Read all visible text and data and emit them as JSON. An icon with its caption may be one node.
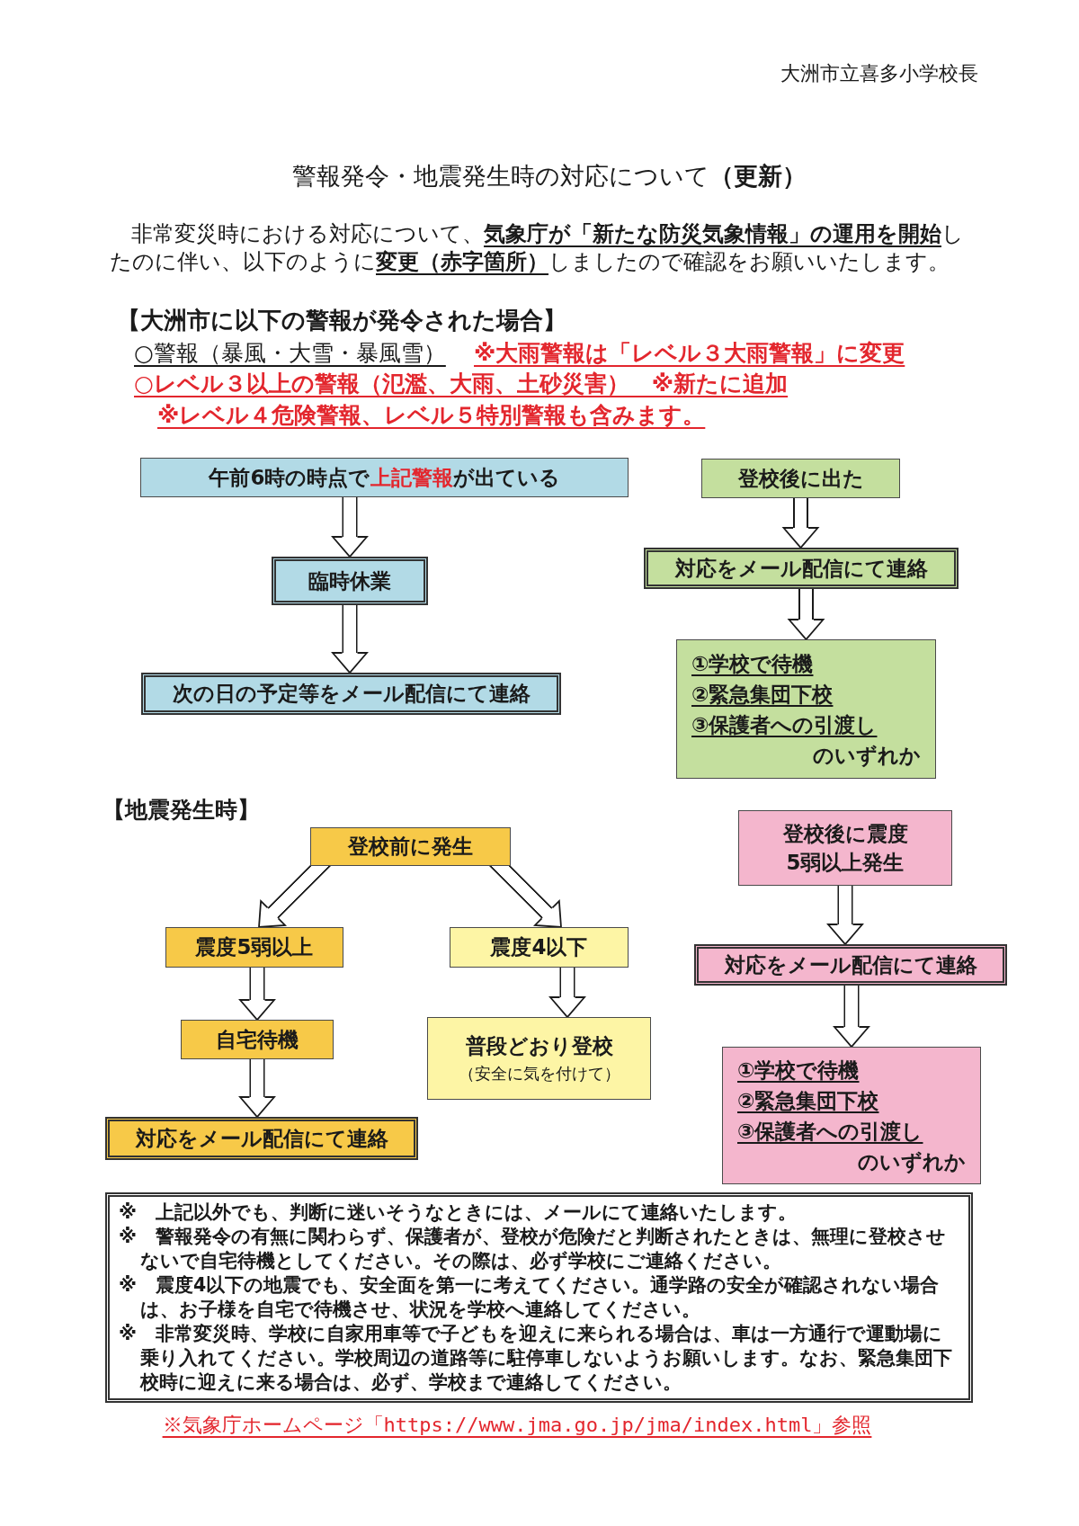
{
  "diagram": {
    "title": "警報発令・地震発生時の対応について**（更新）**",
    "nodes": [
      {
        "text": [
          "午前6時の時点で**上記警報**が出ている"
        ]
      },
      {
        "text": [
          "臨時休業"
        ]
      },
      {
        "text": [
          "次の日の予定等をメール配信にて連絡"
        ]
      },
      {
        "text": [
          "登校後に出た"
        ]
      },
      {
        "text": [
          "対応をメール配信にて連絡"
        ]
      },
      {
        "text": [
          "①学校で待機",
          "②緊急集団下校",
          "③保護者への引渡し",
          "のいずれか"
        ]
      },
      {
        "text": [
          "登校前に発生"
        ]
      },
      {
        "text": [
          "震度5弱以上"
        ]
      },
      {
        "text": [
          "震度4以下"
        ]
      },
      {
        "text": [
          "自宅待機"
        ]
      },
      {
        "text": [
          "普段どおり登校",
          "（安全に気を付けて）"
        ]
      },
      {
        "text": [
          "対応をメール配信にて連絡"
        ]
      },
      {
        "text": [
          "登校後に震度5弱以上発生"
        ]
      },
      {
        "text": [
          "対応をメール配信にて連絡"
        ]
      },
      {
        "text": [
          "①学校で待機",
          "②緊急集団下校",
          "③保護者への引渡し",
          "のいずれか"
        ]
      },
      {
        "text": [
          "※　上記以外でも、判断に迷いそうなときには、メールにて連絡いたします。",
          "※　警報発令の有無に関わらず、保護者が、登校が危険だと判断されたときは、無理に登校させないで自宅待機としてください。その際は、必ず学校にご連絡ください。",
          "※　震度4以下の地震でも、安全面を第一に考えてください。通学路の安全が確認されない場合は、お子様を自宅で待機させ、状況を学校へ連絡してください。",
          "※　非常変災時、学校に自家用車等で子どもを迎えに来られる場合は、車は一方通行で運動場に乗り入れてください。学校周辺の道路等に駐停車しないようお願いします。なお、緊急集団下校時に迎えに来る場合は、必ず、学校まで連絡してください。"
        ]
      }
    ],
    "edges": [
      {
        "from": 0,
        "to": 1,
        "arrow": "to"
      },
      {
        "from": 1,
        "to": 2,
        "arrow": "to"
      },
      {
        "from": 3,
        "to": 4,
        "arrow": "to"
      },
      {
        "from": 4,
        "to": 5,
        "arrow": "to"
      },
      {
        "from": 6,
        "to": 7,
        "arrow": "to"
      },
      {
        "from": 6,
        "to": 8,
        "arrow": "to"
      },
      {
        "from": 7,
        "to": 9,
        "arrow": "to"
      },
      {
        "from": 9,
        "to": 11,
        "arrow": "to"
      },
      {
        "from": 8,
        "to": 10,
        "arrow": "to"
      },
      {
        "from": 12,
        "to": 13,
        "arrow": "to"
      },
      {
        "from": 13,
        "to": 14,
        "arrow": "to"
      }
    ],
    "labels": [
      "大洲市立喜多小学校長",
      "非常変災時における対応について、**気象庁が「新たな防災気象情報」の運用を開始**したのに伴い、以下のように**変更（赤字箇所）**しましたので確認をお願いいたします。",
      "【大洲市に以下の警報が発令された場合】",
      "○警報（暴風・大雪・暴風雪）",
      "※大雨警報は「レベル３大雨警報」に変更",
      "○レベル３以上の警報（氾濫、大雨、土砂災害）　※新たに追加",
      "※レベル４危険警報、レベル５特別警報も含みます。",
      "【地震発生時】",
      "※気象庁ホームページ「https://www.jma.go.jp/jma/index.html」参照"
    ]
  }
}
